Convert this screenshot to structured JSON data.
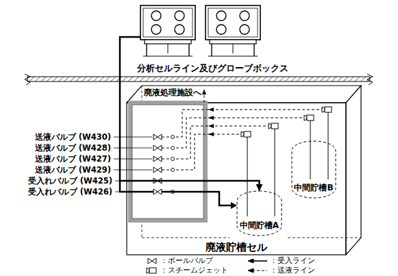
{
  "diagram": {
    "nodes": [
      {
        "text": [
          "分析セルライン及びグローブボックス"
        ]
      },
      {
        "text": [
          "廃液貯槽セル"
        ]
      },
      {
        "text": [
          "中間貯槽A"
        ],
        "in": 1
      },
      {
        "text": [
          "中間貯槽B"
        ],
        "in": 1
      }
    ],
    "edges": [
      {
        "from": 0,
        "to": 2,
        "arrow": "to"
      }
    ],
    "labels": [
      "廃液処理施設へ",
      "送液バルブ (W430)",
      "送液バルブ (W428)",
      "送液バルブ (W427)",
      "送液バルブ (W429)",
      "受入れバルブ (W425)",
      "受入れバルブ (W426)"
    ],
    "legend": [
      {
        "text": "：ボールバルブ"
      },
      {
        "text": "：受入ライン"
      },
      {
        "text": "：スチームジェット"
      },
      {
        "text": "：送液ライン"
      }
    ]
  }
}
